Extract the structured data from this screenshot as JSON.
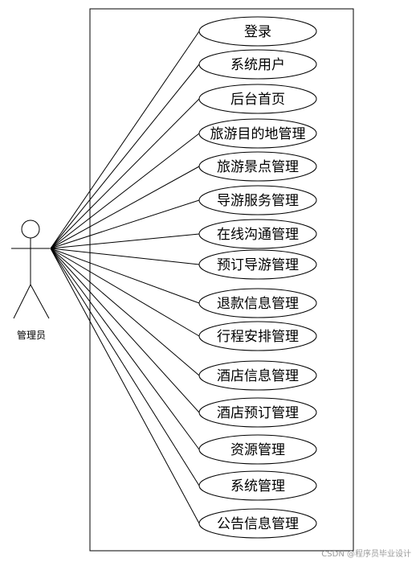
{
  "actor": {
    "label": "管理员"
  },
  "use_cases": [
    "登录",
    "系统用户",
    "后台首页",
    "旅游目的地管理",
    "旅游景点管理",
    "导游服务管理",
    "在线沟通管理",
    "预订导游管理",
    "退款信息管理",
    "行程安排管理",
    "酒店信息管理",
    "酒店预订管理",
    "资源管理",
    "系统管理",
    "公告信息管理"
  ],
  "watermark": "CSDN @程序员毕业设计"
}
